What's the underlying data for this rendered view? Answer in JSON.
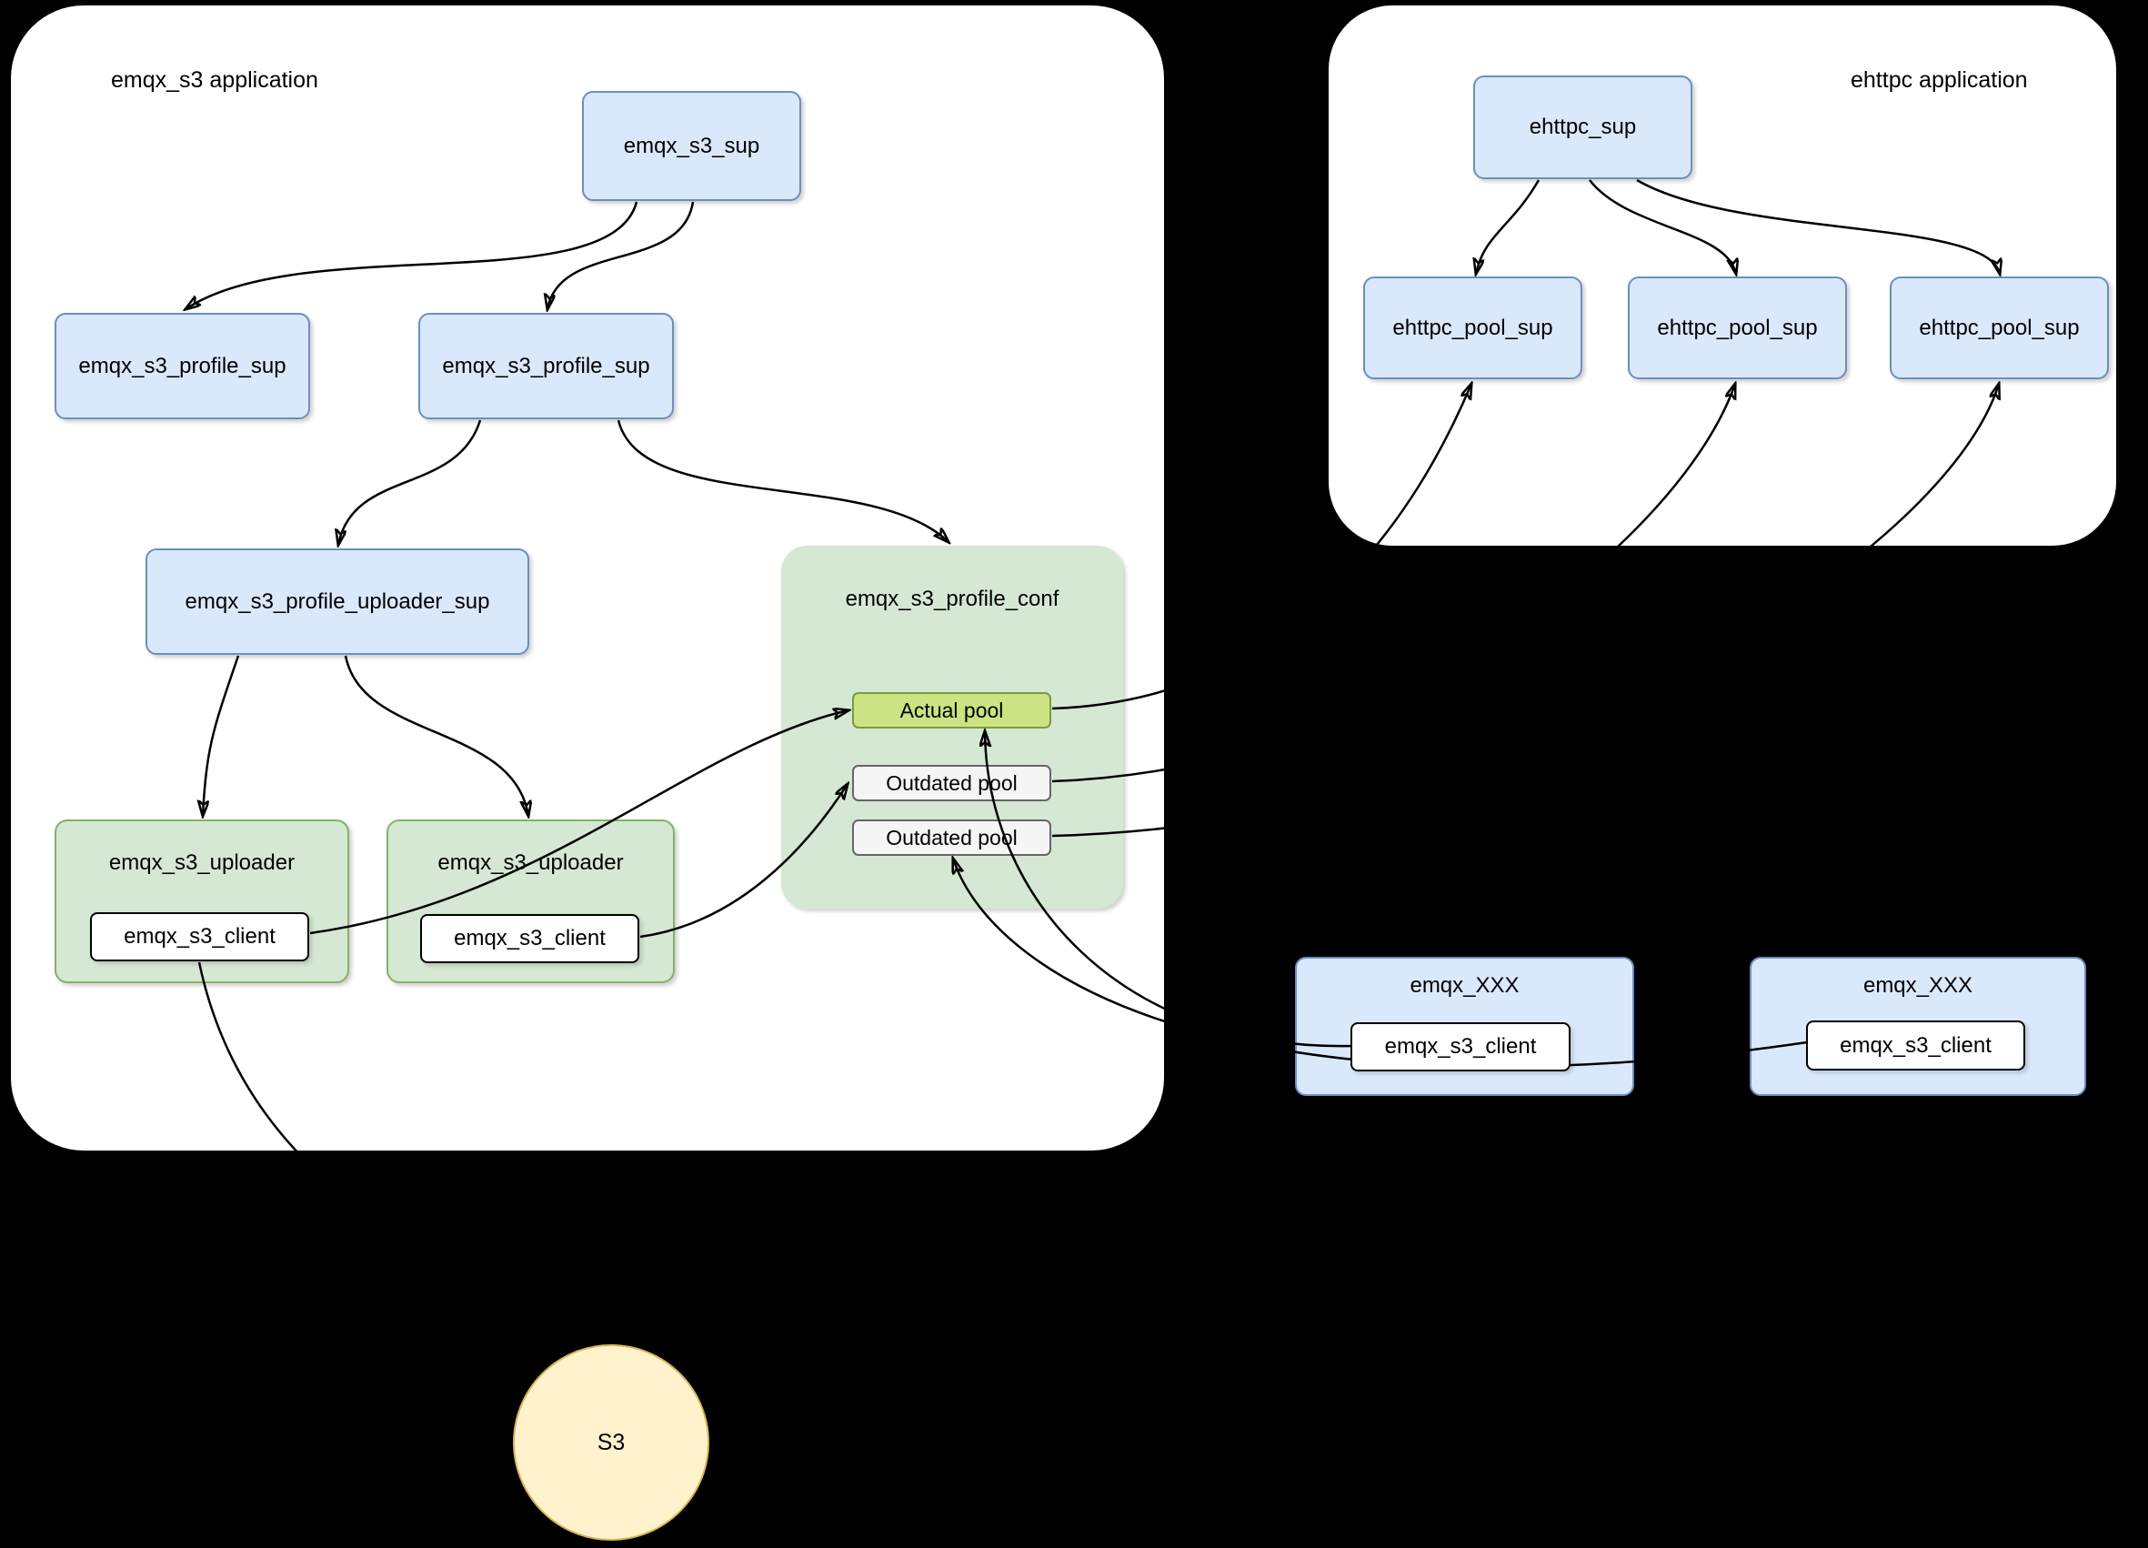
{
  "colors": {
    "background": "#000000",
    "container_fill": "#ffffff",
    "blue_fill": "#dae8fc",
    "blue_border": "#6c8ebf",
    "green_fill": "#d5e8d4",
    "green_border": "#82b366",
    "lime_fill": "#cbe382",
    "gray_fill": "#f5f5f5",
    "gray_border": "#666666",
    "yellow_fill": "#fff2cc",
    "yellow_border": "#d6b656"
  },
  "emqx_s3_app": {
    "title": "emqx_s3 application",
    "sup": "emqx_s3_sup",
    "profile_sup_left": "emqx_s3_profile_sup",
    "profile_sup_mid": "emqx_s3_profile_sup",
    "profile_uploader_sup": "emqx_s3_profile_uploader_sup",
    "profile_conf": {
      "title": "emqx_s3_profile_conf",
      "actual_pool": "Actual pool",
      "outdated_pool_1": "Outdated pool",
      "outdated_pool_2": "Outdated pool"
    },
    "uploader_left": {
      "title": "emqx_s3_uploader",
      "client": "emqx_s3_client"
    },
    "uploader_right": {
      "title": "emqx_s3_uploader",
      "client": "emqx_s3_client"
    }
  },
  "ehttpc_app": {
    "title": "ehttpc application",
    "sup": "ehttpc_sup",
    "pool_sups": [
      "ehttpc_pool_sup",
      "ehttpc_pool_sup",
      "ehttpc_pool_sup"
    ]
  },
  "external": {
    "xxx_left": {
      "title": "emqx_XXX",
      "client": "emqx_s3_client"
    },
    "xxx_right": {
      "title": "emqx_XXX",
      "client": "emqx_s3_client"
    }
  },
  "s3": {
    "label": "S3"
  }
}
